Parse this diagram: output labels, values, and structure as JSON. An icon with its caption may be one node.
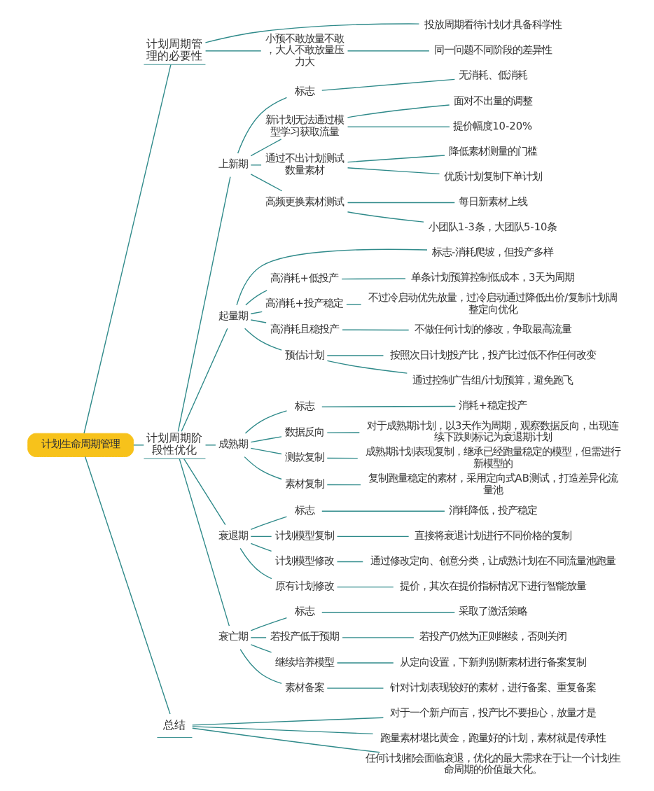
{
  "diagram": {
    "nodes": [
      {
        "text": [
          "计划生命周期管理"
        ]
      },
      {
        "text": [
          "计划周期管理的必要性"
        ]
      },
      {
        "text": [
          "投放周期看待计划才具备科学性"
        ]
      },
      {
        "text": [
          "小预不敢放量不敢，大人不敢放量压力大"
        ]
      },
      {
        "text": [
          "同一问题不同阶段的差异性"
        ]
      },
      {
        "text": [
          "计划周期阶段性优化"
        ]
      },
      {
        "text": [
          "上新期"
        ]
      },
      {
        "text": [
          "标志"
        ]
      },
      {
        "text": [
          "无消耗、低消耗"
        ]
      },
      {
        "text": [
          "新计划无法通过模型学习获取流量"
        ]
      },
      {
        "text": [
          "面对不出量的调整"
        ]
      },
      {
        "text": [
          "提价幅度10-20%"
        ]
      },
      {
        "text": [
          "通过不出计划测试数量素材"
        ]
      },
      {
        "text": [
          "降低素材测量的门槛"
        ]
      },
      {
        "text": [
          "优质计划复制下单计划"
        ]
      },
      {
        "text": [
          "高频更换素材测试"
        ]
      },
      {
        "text": [
          "每日新素材上线"
        ]
      },
      {
        "text": [
          "小团队1-3条，大团队5-10条"
        ]
      },
      {
        "text": [
          "起量期"
        ]
      },
      {
        "text": [
          "标志-消耗爬坡，但投产多样"
        ]
      },
      {
        "text": [
          "高消耗+低投产"
        ]
      },
      {
        "text": [
          "单条计划预算控制低成本，3天为周期"
        ]
      },
      {
        "text": [
          "高消耗+投产稳定"
        ]
      },
      {
        "text": [
          "不过冷启动优先放量，过冷启动通过降低出价/复制计划调整定向优化"
        ]
      },
      {
        "text": [
          "高消耗且稳投产"
        ]
      },
      {
        "text": [
          "不做任何计划的修改，争取最高流量"
        ]
      },
      {
        "text": [
          "预估计划"
        ]
      },
      {
        "text": [
          "按照次日计划投产比，投产比过低不作任何改变"
        ]
      },
      {
        "text": [
          "通过控制广告组/计划预算，避免跑飞"
        ]
      },
      {
        "text": [
          "成熟期"
        ]
      },
      {
        "text": [
          "标志"
        ]
      },
      {
        "text": [
          "消耗+稳定投产"
        ]
      },
      {
        "text": [
          "数据反向"
        ]
      },
      {
        "text": [
          "对于成熟期计划，以3天作为周期，观察数据反向，出现连续下跌则标记为衰退期计划"
        ]
      },
      {
        "text": [
          "测款复制"
        ]
      },
      {
        "text": [
          "成熟期计划表现复制，继承已经跑量稳定的模型，但需进行新模型的"
        ]
      },
      {
        "text": [
          "素材复制"
        ]
      },
      {
        "text": [
          "复制跑量稳定的素材，采用定向式AB测试，打造差异化流量池"
        ]
      },
      {
        "text": [
          "衰退期"
        ]
      },
      {
        "text": [
          "标志"
        ]
      },
      {
        "text": [
          "消耗降低，投产稳定"
        ]
      },
      {
        "text": [
          "计划模型复制"
        ]
      },
      {
        "text": [
          "直接将衰退计划进行不同价格的复制"
        ]
      },
      {
        "text": [
          "计划模型修改"
        ]
      },
      {
        "text": [
          "通过修改定向、创意分类，让成熟计划在不同流量池跑量"
        ]
      },
      {
        "text": [
          "原有计划修改"
        ]
      },
      {
        "text": [
          "提价，其次在提价指标情况下进行智能放量"
        ]
      },
      {
        "text": [
          "衰亡期"
        ]
      },
      {
        "text": [
          "标志"
        ]
      },
      {
        "text": [
          "采取了激活策略"
        ]
      },
      {
        "text": [
          "若投产低于预期"
        ]
      },
      {
        "text": [
          "若投产仍然为正则继续，否则关闭"
        ]
      },
      {
        "text": [
          "继续培养模型"
        ]
      },
      {
        "text": [
          "从定向设置，下新判别新素材进行备案复制"
        ]
      },
      {
        "text": [
          "素材备案"
        ]
      },
      {
        "text": [
          "针对计划表现较好的素材，进行备案、重复备案"
        ]
      },
      {
        "text": [
          "总结"
        ]
      },
      {
        "text": [
          "对于一个新户而言，投产比不要担心，放量才是"
        ]
      },
      {
        "text": [
          "跑量素材堪比黄金，跑量好的计划，素材就是传承性"
        ]
      },
      {
        "text": [
          "任何计划都会面临衰退，优化的最大需求在于让一个计划生命周期的价值最大化。"
        ]
      }
    ],
    "edges": [
      {
        "from": 0,
        "to": 1,
        "arrow": "none"
      },
      {
        "from": 1,
        "to": 2,
        "arrow": "none"
      },
      {
        "from": 1,
        "to": 3,
        "arrow": "none"
      },
      {
        "from": 3,
        "to": 4,
        "arrow": "none"
      },
      {
        "from": 0,
        "to": 5,
        "arrow": "none"
      },
      {
        "from": 5,
        "to": 6,
        "arrow": "none"
      },
      {
        "from": 6,
        "to": 7,
        "arrow": "none"
      },
      {
        "from": 7,
        "to": 8,
        "arrow": "none"
      },
      {
        "from": 6,
        "to": 9,
        "arrow": "none"
      },
      {
        "from": 9,
        "to": 10,
        "arrow": "none"
      },
      {
        "from": 9,
        "to": 11,
        "arrow": "none"
      },
      {
        "from": 6,
        "to": 12,
        "arrow": "none"
      },
      {
        "from": 12,
        "to": 13,
        "arrow": "none"
      },
      {
        "from": 12,
        "to": 14,
        "arrow": "none"
      },
      {
        "from": 6,
        "to": 15,
        "arrow": "none"
      },
      {
        "from": 15,
        "to": 16,
        "arrow": "none"
      },
      {
        "from": 15,
        "to": 17,
        "arrow": "none"
      },
      {
        "from": 5,
        "to": 18,
        "arrow": "none"
      },
      {
        "from": 18,
        "to": 19,
        "arrow": "none"
      },
      {
        "from": 18,
        "to": 20,
        "arrow": "none"
      },
      {
        "from": 20,
        "to": 21,
        "arrow": "none"
      },
      {
        "from": 18,
        "to": 22,
        "arrow": "none"
      },
      {
        "from": 22,
        "to": 23,
        "arrow": "none"
      },
      {
        "from": 18,
        "to": 24,
        "arrow": "none"
      },
      {
        "from": 24,
        "to": 25,
        "arrow": "none"
      },
      {
        "from": 18,
        "to": 26,
        "arrow": "none"
      },
      {
        "from": 26,
        "to": 27,
        "arrow": "none"
      },
      {
        "from": 26,
        "to": 28,
        "arrow": "none"
      },
      {
        "from": 5,
        "to": 29,
        "arrow": "none"
      },
      {
        "from": 29,
        "to": 30,
        "arrow": "none"
      },
      {
        "from": 30,
        "to": 31,
        "arrow": "none"
      },
      {
        "from": 29,
        "to": 32,
        "arrow": "none"
      },
      {
        "from": 32,
        "to": 33,
        "arrow": "none"
      },
      {
        "from": 29,
        "to": 34,
        "arrow": "none"
      },
      {
        "from": 34,
        "to": 35,
        "arrow": "none"
      },
      {
        "from": 29,
        "to": 36,
        "arrow": "none"
      },
      {
        "from": 36,
        "to": 37,
        "arrow": "none"
      },
      {
        "from": 5,
        "to": 38,
        "arrow": "none"
      },
      {
        "from": 38,
        "to": 39,
        "arrow": "none"
      },
      {
        "from": 39,
        "to": 40,
        "arrow": "none"
      },
      {
        "from": 38,
        "to": 41,
        "arrow": "none"
      },
      {
        "from": 41,
        "to": 42,
        "arrow": "none"
      },
      {
        "from": 38,
        "to": 43,
        "arrow": "none"
      },
      {
        "from": 43,
        "to": 44,
        "arrow": "none"
      },
      {
        "from": 38,
        "to": 45,
        "arrow": "none"
      },
      {
        "from": 45,
        "to": 46,
        "arrow": "none"
      },
      {
        "from": 5,
        "to": 47,
        "arrow": "none"
      },
      {
        "from": 47,
        "to": 48,
        "arrow": "none"
      },
      {
        "from": 48,
        "to": 49,
        "arrow": "none"
      },
      {
        "from": 47,
        "to": 50,
        "arrow": "none"
      },
      {
        "from": 50,
        "to": 51,
        "arrow": "none"
      },
      {
        "from": 47,
        "to": 52,
        "arrow": "none"
      },
      {
        "from": 52,
        "to": 53,
        "arrow": "none"
      },
      {
        "from": 47,
        "to": 54,
        "arrow": "none"
      },
      {
        "from": 54,
        "to": 55,
        "arrow": "none"
      },
      {
        "from": 0,
        "to": 56,
        "arrow": "none"
      },
      {
        "from": 56,
        "to": 57,
        "arrow": "none"
      },
      {
        "from": 56,
        "to": 58,
        "arrow": "none"
      },
      {
        "from": 56,
        "to": 59,
        "arrow": "none"
      }
    ]
  }
}
